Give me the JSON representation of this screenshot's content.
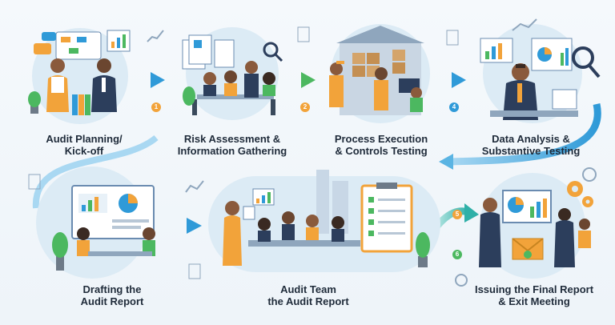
{
  "colors": {
    "arrow_blue": "#2f9ad8",
    "arrow_green": "#5cbf6a",
    "arrow_teal": "#3fb6b0",
    "circle_bg": "#dcebf5",
    "suit_navy": "#2c3e5c",
    "accent_orange": "#f2a33a",
    "text": "#1f2b3a"
  },
  "steps": [
    {
      "line1": "Audit Planning/",
      "line2": "Kick-off"
    },
    {
      "line1": "Risk Assessment &",
      "line2": "Information Gathering"
    },
    {
      "line1": "Process Execution",
      "line2": "& Controls Testing"
    },
    {
      "line1": "Data Analysis &",
      "line2": "Substantive Testing"
    },
    {
      "line1": "Drafting the",
      "line2": "Audit Report"
    },
    {
      "line1": "Audit Team",
      "line2": "the Audit Report"
    },
    {
      "line1": "Issuing the Final Report",
      "line2": "& Exit Meeting"
    }
  ],
  "badges": [
    "1",
    "2",
    "4",
    "5",
    "6"
  ]
}
